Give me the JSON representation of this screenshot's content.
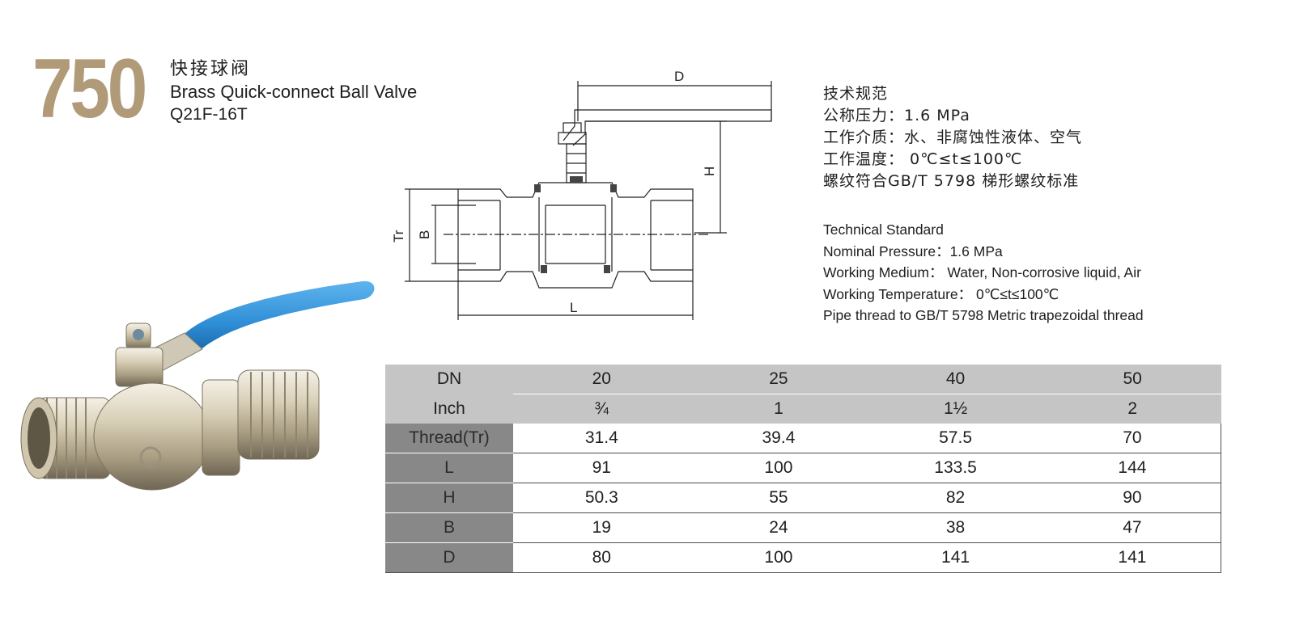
{
  "header": {
    "model_number": "750",
    "title_cn": "快接球阀",
    "title_en": "Brass Quick-connect Ball Valve",
    "model_code": "Q21F-16T"
  },
  "spec_cn": {
    "heading": "技术规范",
    "lines": [
      "公称压力：1.6 MPa",
      "工作介质：水、非腐蚀性液体、空气",
      "工作温度： 0℃≤t≤100℃",
      "螺纹符合GB/T 5798 梯形螺纹标准"
    ]
  },
  "spec_en": {
    "heading": "Technical Standard",
    "lines": [
      "Nominal Pressure：1.6 MPa",
      "Working Medium： Water, Non-corrosive liquid, Air",
      "Working Temperature： 0℃≤t≤100℃",
      "Pipe thread to GB/T 5798 Metric trapezoidal thread"
    ]
  },
  "drawing": {
    "labels": {
      "D": "D",
      "H": "H",
      "Tr": "Tr",
      "B": "B",
      "L": "L"
    }
  },
  "table": {
    "header_rows": [
      {
        "label": "DN",
        "values": [
          "20",
          "25",
          "40",
          "50"
        ]
      },
      {
        "label": "Inch",
        "values": [
          "¾",
          "1",
          "1½",
          "2"
        ]
      }
    ],
    "rows": [
      {
        "label": "Thread(Tr)",
        "values": [
          "31.4",
          "39.4",
          "57.5",
          "70"
        ]
      },
      {
        "label": "L",
        "values": [
          "91",
          "100",
          "133.5",
          "144"
        ]
      },
      {
        "label": "H",
        "values": [
          "50.3",
          "55",
          "82",
          "90"
        ]
      },
      {
        "label": "B",
        "values": [
          "19",
          "24",
          "38",
          "47"
        ]
      },
      {
        "label": "D",
        "values": [
          "80",
          "100",
          "141",
          "141"
        ]
      }
    ]
  },
  "colors": {
    "model_number": "#b19a78",
    "handle": "#2f8fd6",
    "brass": "#d8cfb8",
    "header_bg": "#c5c5c5",
    "label_bg": "#888888"
  }
}
